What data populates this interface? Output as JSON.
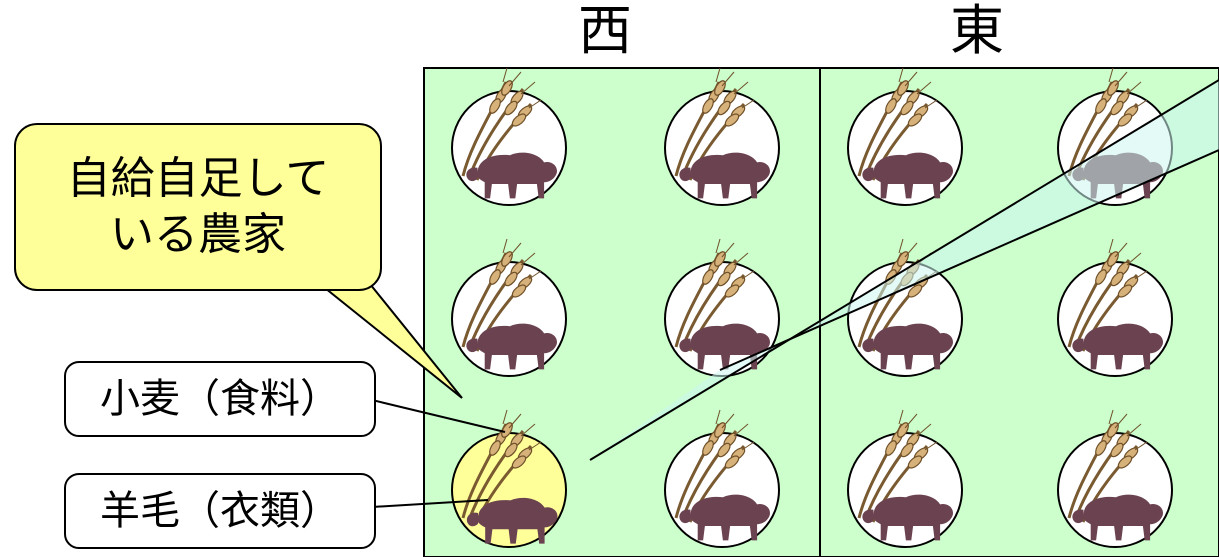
{
  "regions": {
    "west": "西",
    "east": "東"
  },
  "callouts": {
    "farmer_line1": "自給自足して",
    "farmer_line2": "いる農家",
    "wheat": "小麦（食料）",
    "wool": "羊毛（衣類）"
  },
  "farms": {
    "rows": 3,
    "per_region": 2,
    "highlighted": "west-row3-col1"
  },
  "colors": {
    "field_bg": "#ccffcc",
    "callout_bg": "#ffff99",
    "highlight_bg": "#ffff99",
    "sheep": "#6b4250",
    "wheat": "#b8864a",
    "beam": "#ccf5f0"
  }
}
